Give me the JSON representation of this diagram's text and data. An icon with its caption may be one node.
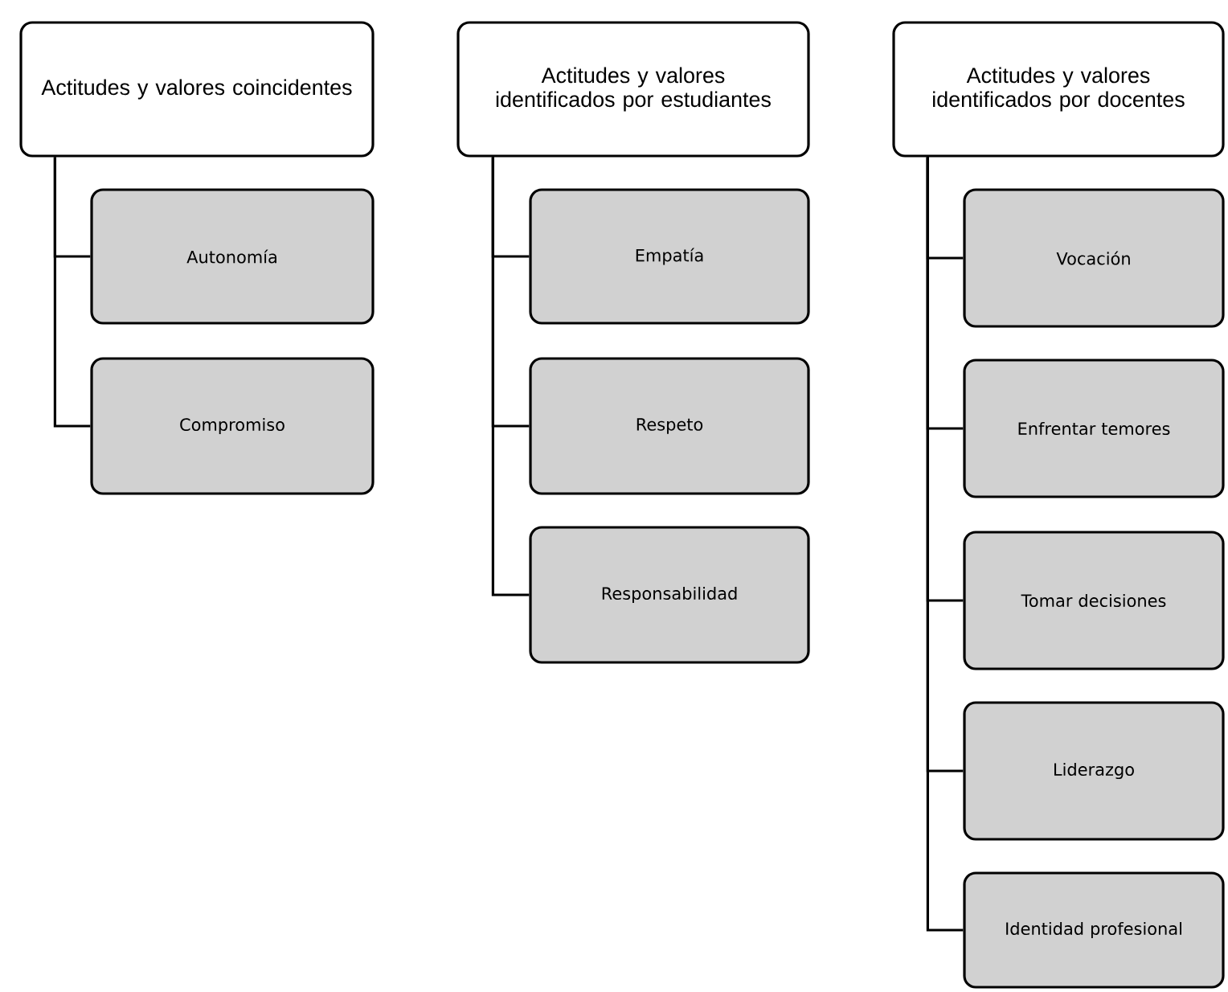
{
  "diagram": {
    "nodes": [
      {
        "text": [
          "Actitudes y valores coincidentes"
        ]
      },
      {
        "text": [
          "Autonomía"
        ]
      },
      {
        "text": [
          "Compromiso"
        ]
      },
      {
        "text": [
          "Actitudes y valores identificados por estudiantes"
        ]
      },
      {
        "text": [
          "Empatía"
        ]
      },
      {
        "text": [
          "Respeto"
        ]
      },
      {
        "text": [
          "Responsabilidad"
        ]
      },
      {
        "text": [
          "Actitudes y valores identificados por docentes"
        ]
      },
      {
        "text": [
          "Vocación"
        ]
      },
      {
        "text": [
          "Enfrentar temores"
        ]
      },
      {
        "text": [
          "Tomar decisiones"
        ]
      },
      {
        "text": [
          "Liderazgo"
        ]
      },
      {
        "text": [
          "Identidad profesional"
        ]
      }
    ],
    "edges": [
      {
        "from": 0,
        "to": 1,
        "arrow": "none"
      },
      {
        "from": 0,
        "to": 2,
        "arrow": "none"
      },
      {
        "from": 3,
        "to": 4,
        "arrow": "none"
      },
      {
        "from": 3,
        "to": 5,
        "arrow": "none"
      },
      {
        "from": 3,
        "to": 6,
        "arrow": "none"
      },
      {
        "from": 7,
        "to": 8,
        "arrow": "none"
      },
      {
        "from": 7,
        "to": 9,
        "arrow": "none"
      },
      {
        "from": 7,
        "to": 10,
        "arrow": "none"
      },
      {
        "from": 7,
        "to": 11,
        "arrow": "none"
      },
      {
        "from": 7,
        "to": 12,
        "arrow": "none"
      }
    ]
  }
}
